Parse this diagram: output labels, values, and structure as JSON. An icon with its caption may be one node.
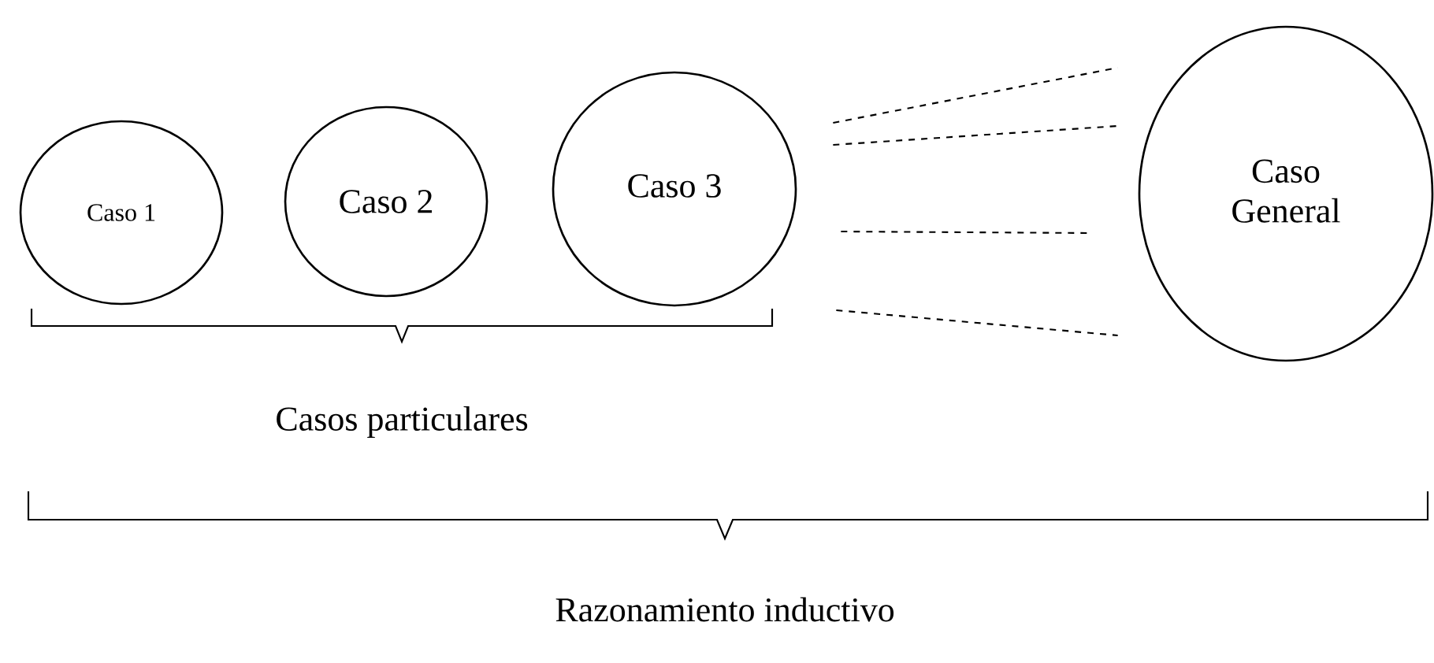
{
  "diagram": {
    "nodes": [
      {
        "text": [
          "Caso 1"
        ]
      },
      {
        "text": [
          "Caso 2"
        ]
      },
      {
        "text": [
          "Caso 3"
        ]
      },
      {
        "text": [
          "Caso General"
        ]
      }
    ],
    "edges": [
      {
        "from": 2,
        "to": 3,
        "arrow": "none",
        "style": "dashed"
      },
      {
        "from": 2,
        "to": 3,
        "arrow": "none",
        "style": "dashed"
      },
      {
        "from": 2,
        "to": 3,
        "arrow": "none",
        "style": "dashed"
      },
      {
        "from": 2,
        "to": 3,
        "arrow": "none",
        "style": "dashed"
      }
    ],
    "labels": [
      "Casos particulares",
      "Razonamiento inductivo"
    ]
  }
}
